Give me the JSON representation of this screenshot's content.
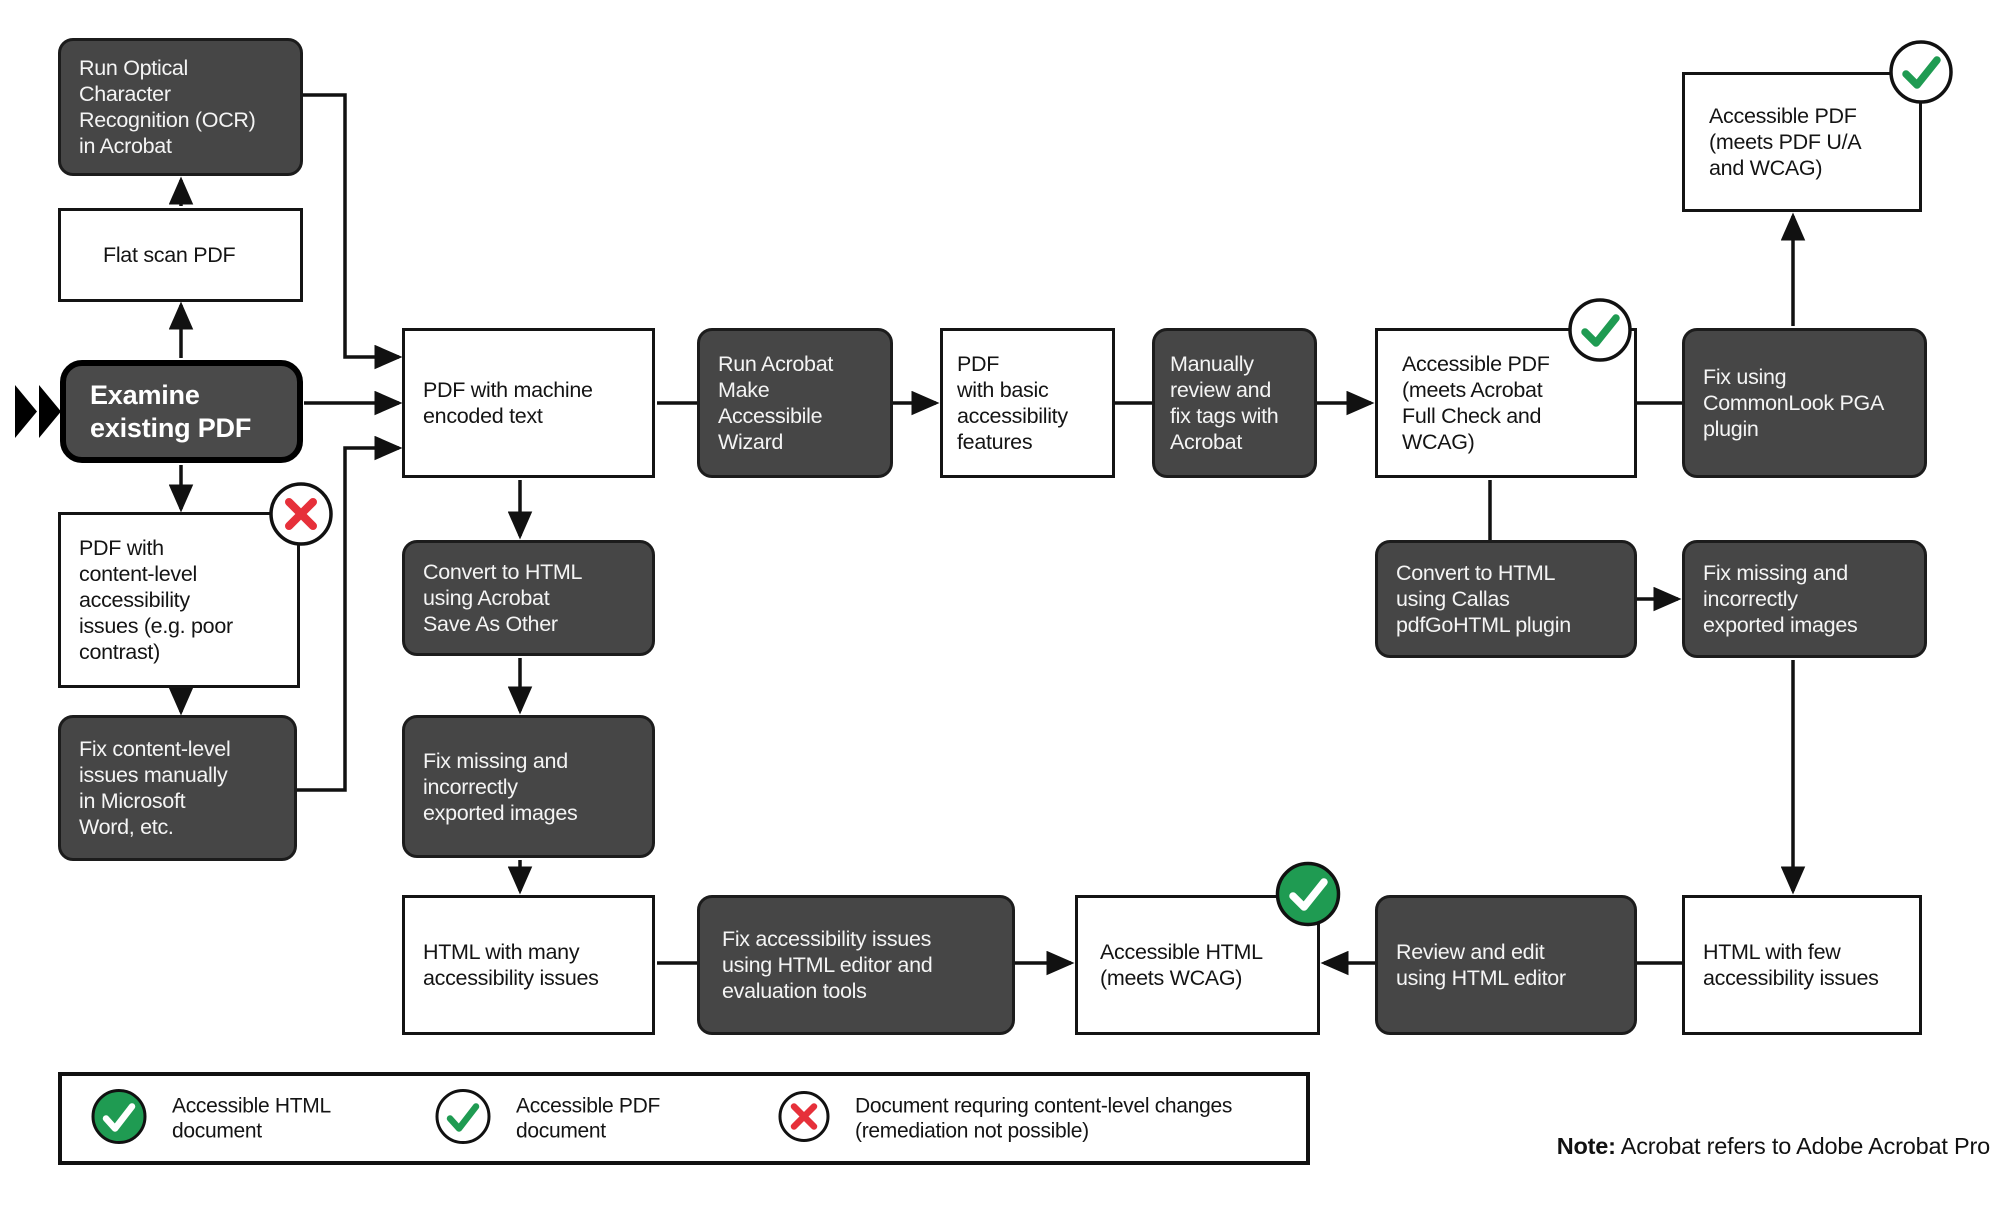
{
  "colors": {
    "dark_box": "#464646",
    "box_border": "#141414",
    "green": "#1f9b52",
    "red": "#e6303a",
    "line": "#111111"
  },
  "nodes": {
    "run_ocr": "Run Optical\nCharacter\nRecognition (OCR)\nin Acrobat",
    "flat_scan": "Flat scan PDF",
    "examine": "Examine\nexisting PDF",
    "pdf_content_issues": "PDF with\ncontent-level\naccessibility\nissues (e.g. poor\ncontrast)",
    "fix_content_issues": "Fix content-level\nissues manually\nin Microsoft\nWord,  etc.",
    "pdf_machine": "PDF with machine\nencoded text",
    "convert_acrobat": "Convert to HTML\nusing Acrobat\nSave As Other",
    "fix_images_left": "Fix missing and\nincorrectly\nexported images",
    "html_many": "HTML with many\naccessibility issues",
    "run_wizard": "Run Acrobat\nMake\nAccessibile\nWizard",
    "pdf_basic": "PDF\nwith basic\naccessibility\nfeatures",
    "manually_review": "Manually\nreview and\nfix tags with\nAcrobat",
    "accessible_pdf_fullcheck": "Accessible PDF\n(meets Acrobat\nFull Check and\nWCAG)",
    "fix_commonlook": "Fix using\nCommonLook PGA\nplugin",
    "accessible_pdf_ua": "Accessible PDF\n(meets PDF U/A\nand WCAG)",
    "convert_callas": "Convert to HTML\nusing Callas\npdfGoHTML plugin",
    "fix_images_right": "Fix missing and\nincorrectly\nexported images",
    "fix_a11y": "Fix accessibility issues\nusing HTML editor and\nevaluation tools",
    "accessible_html": "Accessible HTML\n(meets WCAG)",
    "review_edit": "Review and edit\nusing HTML editor",
    "html_few": "HTML with few\naccessibility issues"
  },
  "legend": {
    "items": [
      {
        "icon": "check-filled-icon",
        "label": "Accessible HTML\ndocument"
      },
      {
        "icon": "check-outline-icon",
        "label": "Accessible PDF\ndocument"
      },
      {
        "icon": "red-x-icon",
        "label": "Document requring content-level changes\n(remediation not possible)"
      }
    ]
  },
  "note": {
    "label": "Note:",
    "text": " Acrobat refers to Adobe Acrobat Pro"
  }
}
